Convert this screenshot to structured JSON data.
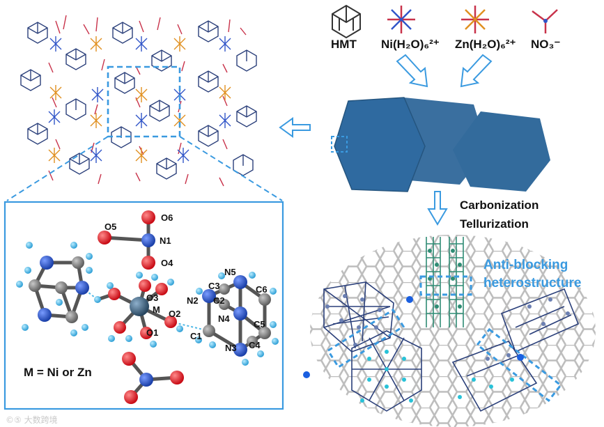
{
  "reagents": [
    {
      "icon": "hmt-cage-icon",
      "label": "HMT"
    },
    {
      "icon": "ni-aqua-complex-icon",
      "label": "Ni(H₂O)₆²⁺"
    },
    {
      "icon": "zn-aqua-complex-icon",
      "label": "Zn(H₂O)₆²⁺"
    },
    {
      "icon": "nitrate-ion-icon",
      "label": "NO₃⁻"
    }
  ],
  "process_steps": [
    "Carbonization",
    "Tellurization"
  ],
  "annotation": [
    "Anti-blocking",
    "heterostructure"
  ],
  "crystal_formula": "M = Ni or Zn",
  "atom_labels": {
    "O5": "O5",
    "O6": "O6",
    "N1": "N1",
    "O4": "O4",
    "O3": "O3",
    "M": "M",
    "O2": "O2",
    "O1": "O1",
    "C3": "C3",
    "N5": "N5",
    "C6": "C6",
    "N2": "N2",
    "C2": "C2",
    "N4": "N4",
    "C5": "C5",
    "C1": "C1",
    "N3": "N3",
    "C4": "C4"
  },
  "colors": {
    "accent_blue": "#3a9ae0",
    "hexagon_blue": "#2f6aa0",
    "graphene_gray": "#bdbdbd",
    "oxygen_red": "#e0141e",
    "nitrogen_blue": "#1f52c8",
    "carbon_gray": "#8a8a8a",
    "hydrogen_cyan": "#4fb8e6",
    "metal_slate": "#3d5f7c"
  },
  "watermark": "©⑤ 大数跨境"
}
